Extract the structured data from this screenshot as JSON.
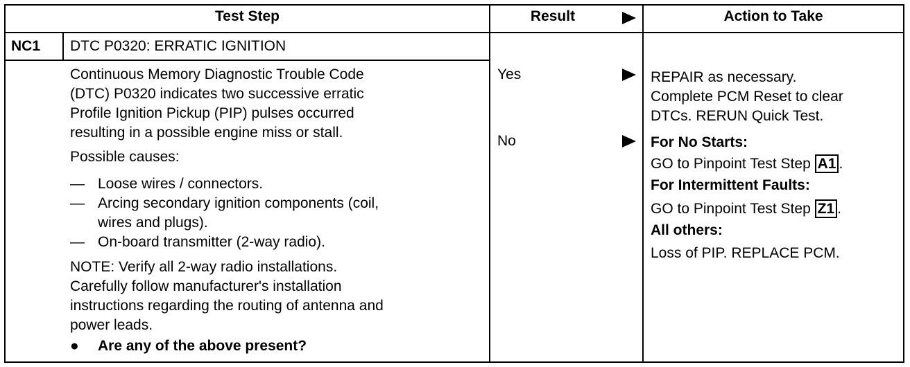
{
  "headers": {
    "test_step": "Test Step",
    "result": "Result",
    "action": "Action to Take"
  },
  "step": {
    "id": "NC1",
    "title": "DTC P0320: ERRATIC IGNITION",
    "description": [
      "Continuous Memory Diagnostic Trouble Code",
      "(DTC) P0320 indicates two successive erratic",
      "Profile Ignition Pickup (PIP) pulses occurred",
      "resulting in a possible engine miss or stall."
    ],
    "causes_label": "Possible causes:",
    "causes": [
      "Loose wires / connectors.",
      "Arcing secondary ignition components (coil,",
      "wires and plugs).",
      "On-board transmitter (2-way radio)."
    ],
    "note": [
      "NOTE: Verify all 2-way radio installations.",
      "Carefully follow manufacturer's installation",
      "instructions regarding the routing of antenna and",
      "power leads."
    ],
    "question": "Are any of the above present?"
  },
  "results": {
    "yes": "Yes",
    "no": "No"
  },
  "actions": {
    "yes": [
      "REPAIR as necessary.",
      "Complete PCM Reset to clear",
      "DTCs. RERUN Quick Test."
    ],
    "no_starts_label": "For No Starts:",
    "no_starts_text": "GO to Pinpoint Test Step",
    "no_starts_ref": "A1",
    "intermittent_label": "For Intermittent Faults:",
    "intermittent_text": "GO to Pinpoint Test Step",
    "intermittent_ref": "Z1",
    "others_label": "All others:",
    "others_text": "Loss of PIP. REPLACE PCM."
  }
}
